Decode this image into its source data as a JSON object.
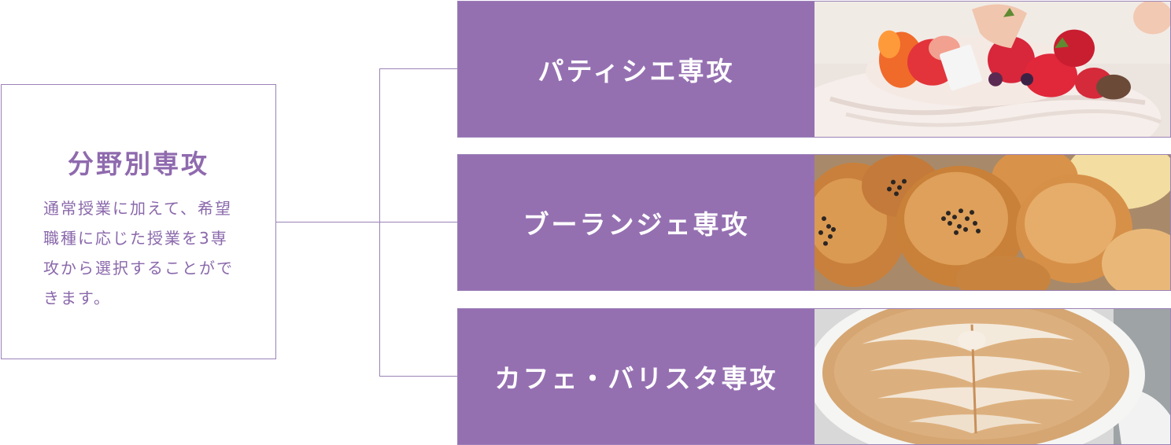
{
  "intro": {
    "title": "分野別専攻",
    "description": "通常授業に加えて、希望職種に応じた授業を3専攻から選択することができます。"
  },
  "majors": [
    {
      "label": "パティシエ専攻",
      "image_icon": "strawberry-cake-photo"
    },
    {
      "label": "ブーランジェ専攻",
      "image_icon": "bread-rolls-photo"
    },
    {
      "label": "カフェ・バリスタ専攻",
      "image_icon": "latte-art-photo"
    }
  ],
  "colors": {
    "accent": "#9570b1",
    "text": "#8a68ab",
    "border": "#9b82b8"
  }
}
